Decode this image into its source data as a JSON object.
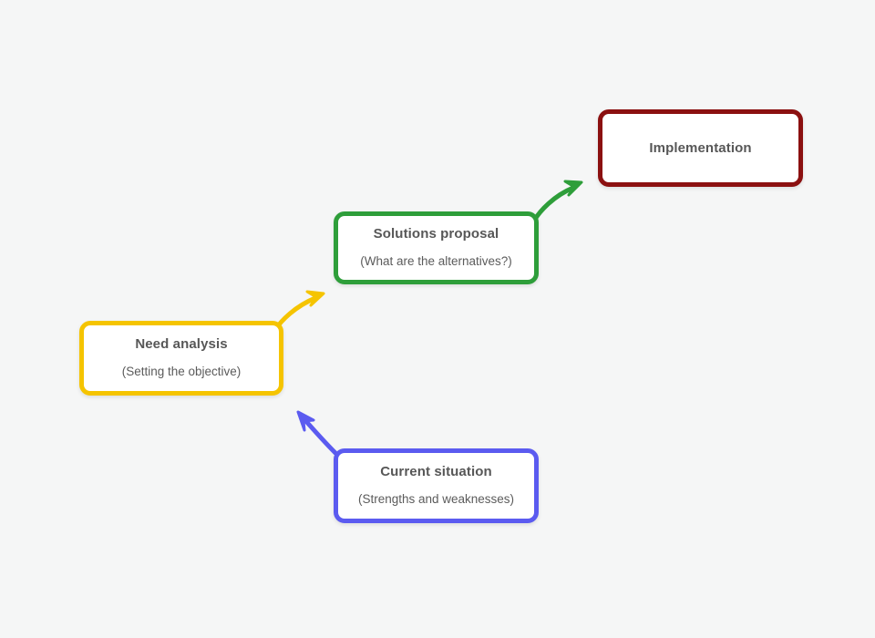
{
  "diagram": {
    "background_color": "#f5f6f6",
    "title_text_color": "#575757",
    "nodes": [
      {
        "id": "implementation",
        "title": "Implementation",
        "subtitle": "",
        "color": "#8b1010",
        "color_name": "dark-red"
      },
      {
        "id": "solutions",
        "title": "Solutions proposal",
        "subtitle": "(What are the alternatives?)",
        "color": "#2e9e3a",
        "color_name": "green"
      },
      {
        "id": "need",
        "title": "Need analysis",
        "subtitle": "(Setting the objective)",
        "color": "#f5c400",
        "color_name": "yellow"
      },
      {
        "id": "current",
        "title": "Current situation",
        "subtitle": "(Strengths and weaknesses)",
        "color": "#5b5bf0",
        "color_name": "blue"
      }
    ],
    "connectors": [
      {
        "id": "current-to-need",
        "from": "current",
        "to": "need",
        "color": "#5b5bf0",
        "direction": "up-left"
      },
      {
        "id": "need-to-solutions",
        "from": "need",
        "to": "solutions",
        "color": "#f5c400",
        "direction": "up-right"
      },
      {
        "id": "solutions-to-implementation",
        "from": "solutions",
        "to": "implementation",
        "color": "#2e9e3a",
        "direction": "up-right"
      }
    ]
  }
}
